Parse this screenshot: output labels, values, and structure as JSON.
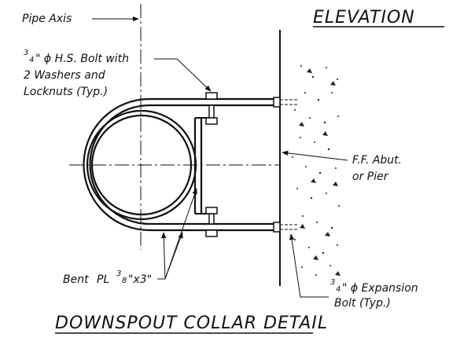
{
  "title": "ELEVATION",
  "caption": "DOWNSPOUT COLLAR DETAIL",
  "labels": {
    "pipe_axis": "Pipe Axis",
    "bolt_line1_frac": "3",
    "bolt_line1_den": "4",
    "bolt_line1_rest": "\" ϕ H.S. Bolt with",
    "bolt_line2": "2 Washers and",
    "bolt_line3": "Locknuts (Typ.)",
    "abut_line1": "F.F. Abut.",
    "abut_line2": "or Pier",
    "bent_pre": "Bent ",
    "bent_plate": "PL",
    "bent_frac": "3",
    "bent_den": "8",
    "bent_rest": "\"x3\"",
    "exp_frac": "3",
    "exp_den": "4",
    "exp_line1_rest": "\" ϕ Expansion",
    "exp_line2": "Bolt (Typ.)"
  }
}
